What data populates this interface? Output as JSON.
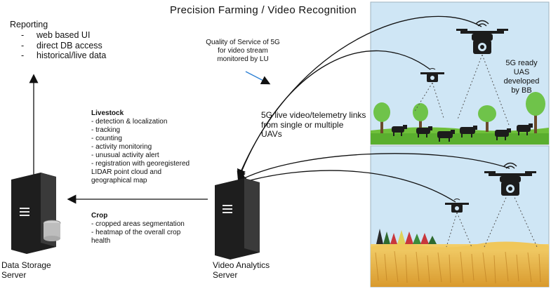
{
  "title": "Precision Farming / Video Recognition",
  "reporting": {
    "heading": "Reporting",
    "items": [
      "web based UI",
      "direct DB access",
      "historical/live data"
    ]
  },
  "qos_note": "Quality of Service of 5G for video stream monitored by LU",
  "links_note": "5G live video/telemetry links from single or multiple UAVs",
  "uas_note": "5G ready UAS developed by BB",
  "livestock": {
    "heading": "Livestock",
    "items": [
      "- detection & localization",
      "- tracking",
      "- counting",
      "- activity monitoring",
      "- unusual activity alert",
      "- registration with georegistered",
      "LIDAR point cloud and",
      "geographical map"
    ]
  },
  "crop": {
    "heading": "Crop",
    "items": [
      "- cropped areas segmentation",
      "- heatmap of the overall crop",
      "health"
    ]
  },
  "storage_server": {
    "line1": "Data Storage",
    "line2": "Server"
  },
  "analytics_server": {
    "line1": "Video Analytics",
    "line2": "Server"
  },
  "colors": {
    "sky": "#cfe6f5",
    "grass": "#6fbf3a",
    "field": "#e7b449",
    "field_dark": "#c98c25",
    "server": "#1e1e1e",
    "tree": "#6fc34a",
    "red_trees": "#c8373c"
  }
}
